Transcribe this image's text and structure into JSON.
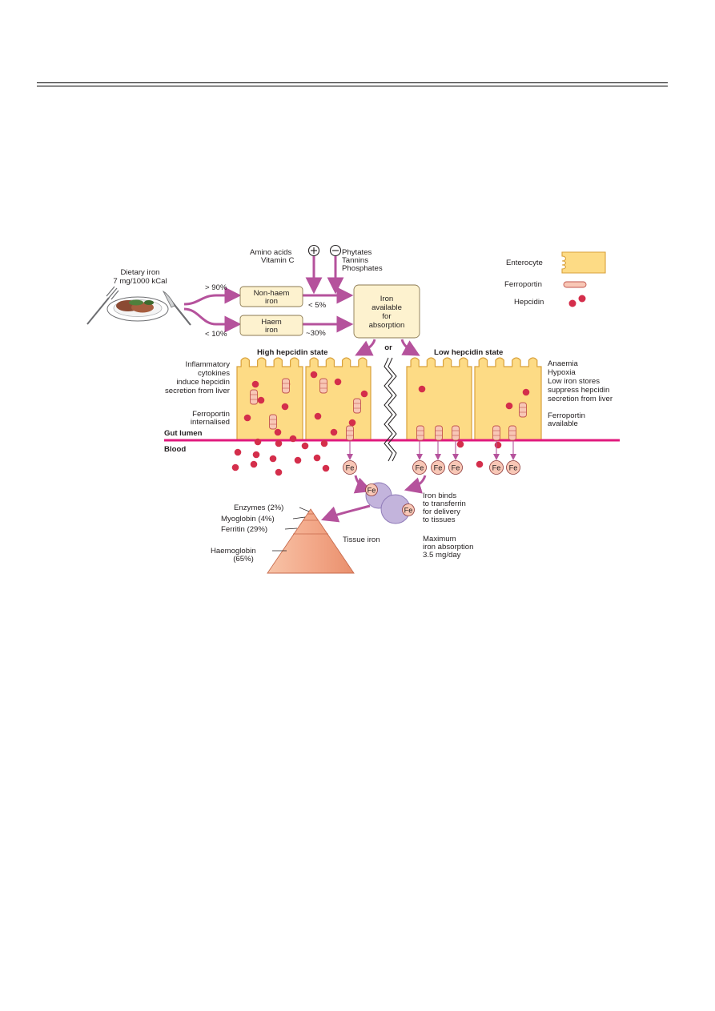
{
  "labels": {
    "dietary_iron": [
      "Dietary iron",
      "7 mg/1000 kCal"
    ],
    "enhancers": [
      "Amino acids",
      "Vitamin C"
    ],
    "inhibitors": [
      "Phytates",
      "Tannins",
      "Phosphates"
    ],
    "pct_non_haem": "> 90%",
    "pct_haem": "< 10%",
    "non_haem_box": [
      "Non-haem",
      "iron"
    ],
    "haem_box": [
      "Haem",
      "iron"
    ],
    "absorb_non_haem": "< 5%",
    "absorb_haem": "~30%",
    "available_box": [
      "Iron",
      "available",
      "for",
      "absorption"
    ],
    "or": "or",
    "high_state": "High hepcidin state",
    "low_state": "Low hepcidin state",
    "inflammatory": [
      "Inflammatory",
      "cytokines",
      "induce hepcidin",
      "secretion from liver"
    ],
    "ferroportin_internalised": [
      "Ferroportin",
      "internalised"
    ],
    "gut_lumen": "Gut lumen",
    "blood": "Blood",
    "low_causes": [
      "Anaemia",
      "Hypoxia",
      "Low iron stores",
      "suppress hepcidin",
      "secretion from liver"
    ],
    "ferroportin_available": [
      "Ferroportin",
      "available"
    ],
    "fe": "Fe",
    "transferrin": [
      "Iron binds",
      "to transferrin",
      "for delivery",
      "to tissues"
    ],
    "max_absorption": [
      "Maximum",
      "iron absorption",
      "3.5 mg/day"
    ],
    "tissue_iron": "Tissue iron",
    "enzymes": "Enzymes (2%)",
    "myoglobin": "Myoglobin (4%)",
    "ferritin": "Ferritin (29%)",
    "haemoglobin": [
      "Haemoglobin",
      "(65%)"
    ]
  },
  "legend": {
    "enterocyte": "Enterocyte",
    "ferroportin": "Ferroportin",
    "hepcidin": "Hepcidin"
  },
  "symbols": {
    "enhance": "+",
    "inhibit": "−"
  },
  "colors": {
    "arrow": "#b5529c",
    "enterocyte_fill": "#fddb85",
    "enterocyte_stroke": "#d9a13b",
    "membrane": "#e0197d",
    "hepcidin": "#d42e4b",
    "ferroportin_fill": "#f8c7b6",
    "ferroportin_stroke": "#c2564e",
    "transferrin": "#c3b4dc",
    "pyramid": "#f3a98a",
    "box_fill": "#fdf2cf"
  }
}
